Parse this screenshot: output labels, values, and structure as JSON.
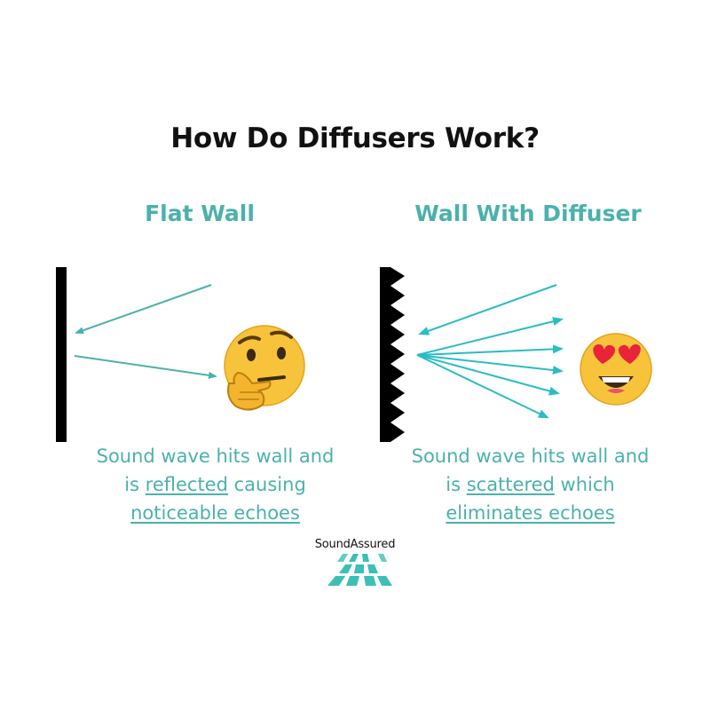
{
  "title": "How Do Diffusers Work?",
  "colors": {
    "accent": "#4bb1ac",
    "wall": "#000000",
    "text": "#111111",
    "emoji_face": "#f7c33a"
  },
  "panels": {
    "left": {
      "subtitle": "Flat Wall",
      "caption": {
        "line1": "Sound wave hits wall and",
        "line2_pre": "is ",
        "line2_link": "reflected",
        "line2_post": " causing",
        "line3_link": "noticeable echoes"
      },
      "emoji": "thinking-face"
    },
    "right": {
      "subtitle": "Wall With Diffuser",
      "caption": {
        "line1": "Sound wave hits wall and",
        "line2_pre": "is ",
        "line2_link": "scattered",
        "line2_post": " which",
        "line3_link": "eliminates echoes"
      },
      "emoji": "heart-eyes-face"
    }
  },
  "logo": {
    "name": "SoundAssured"
  }
}
